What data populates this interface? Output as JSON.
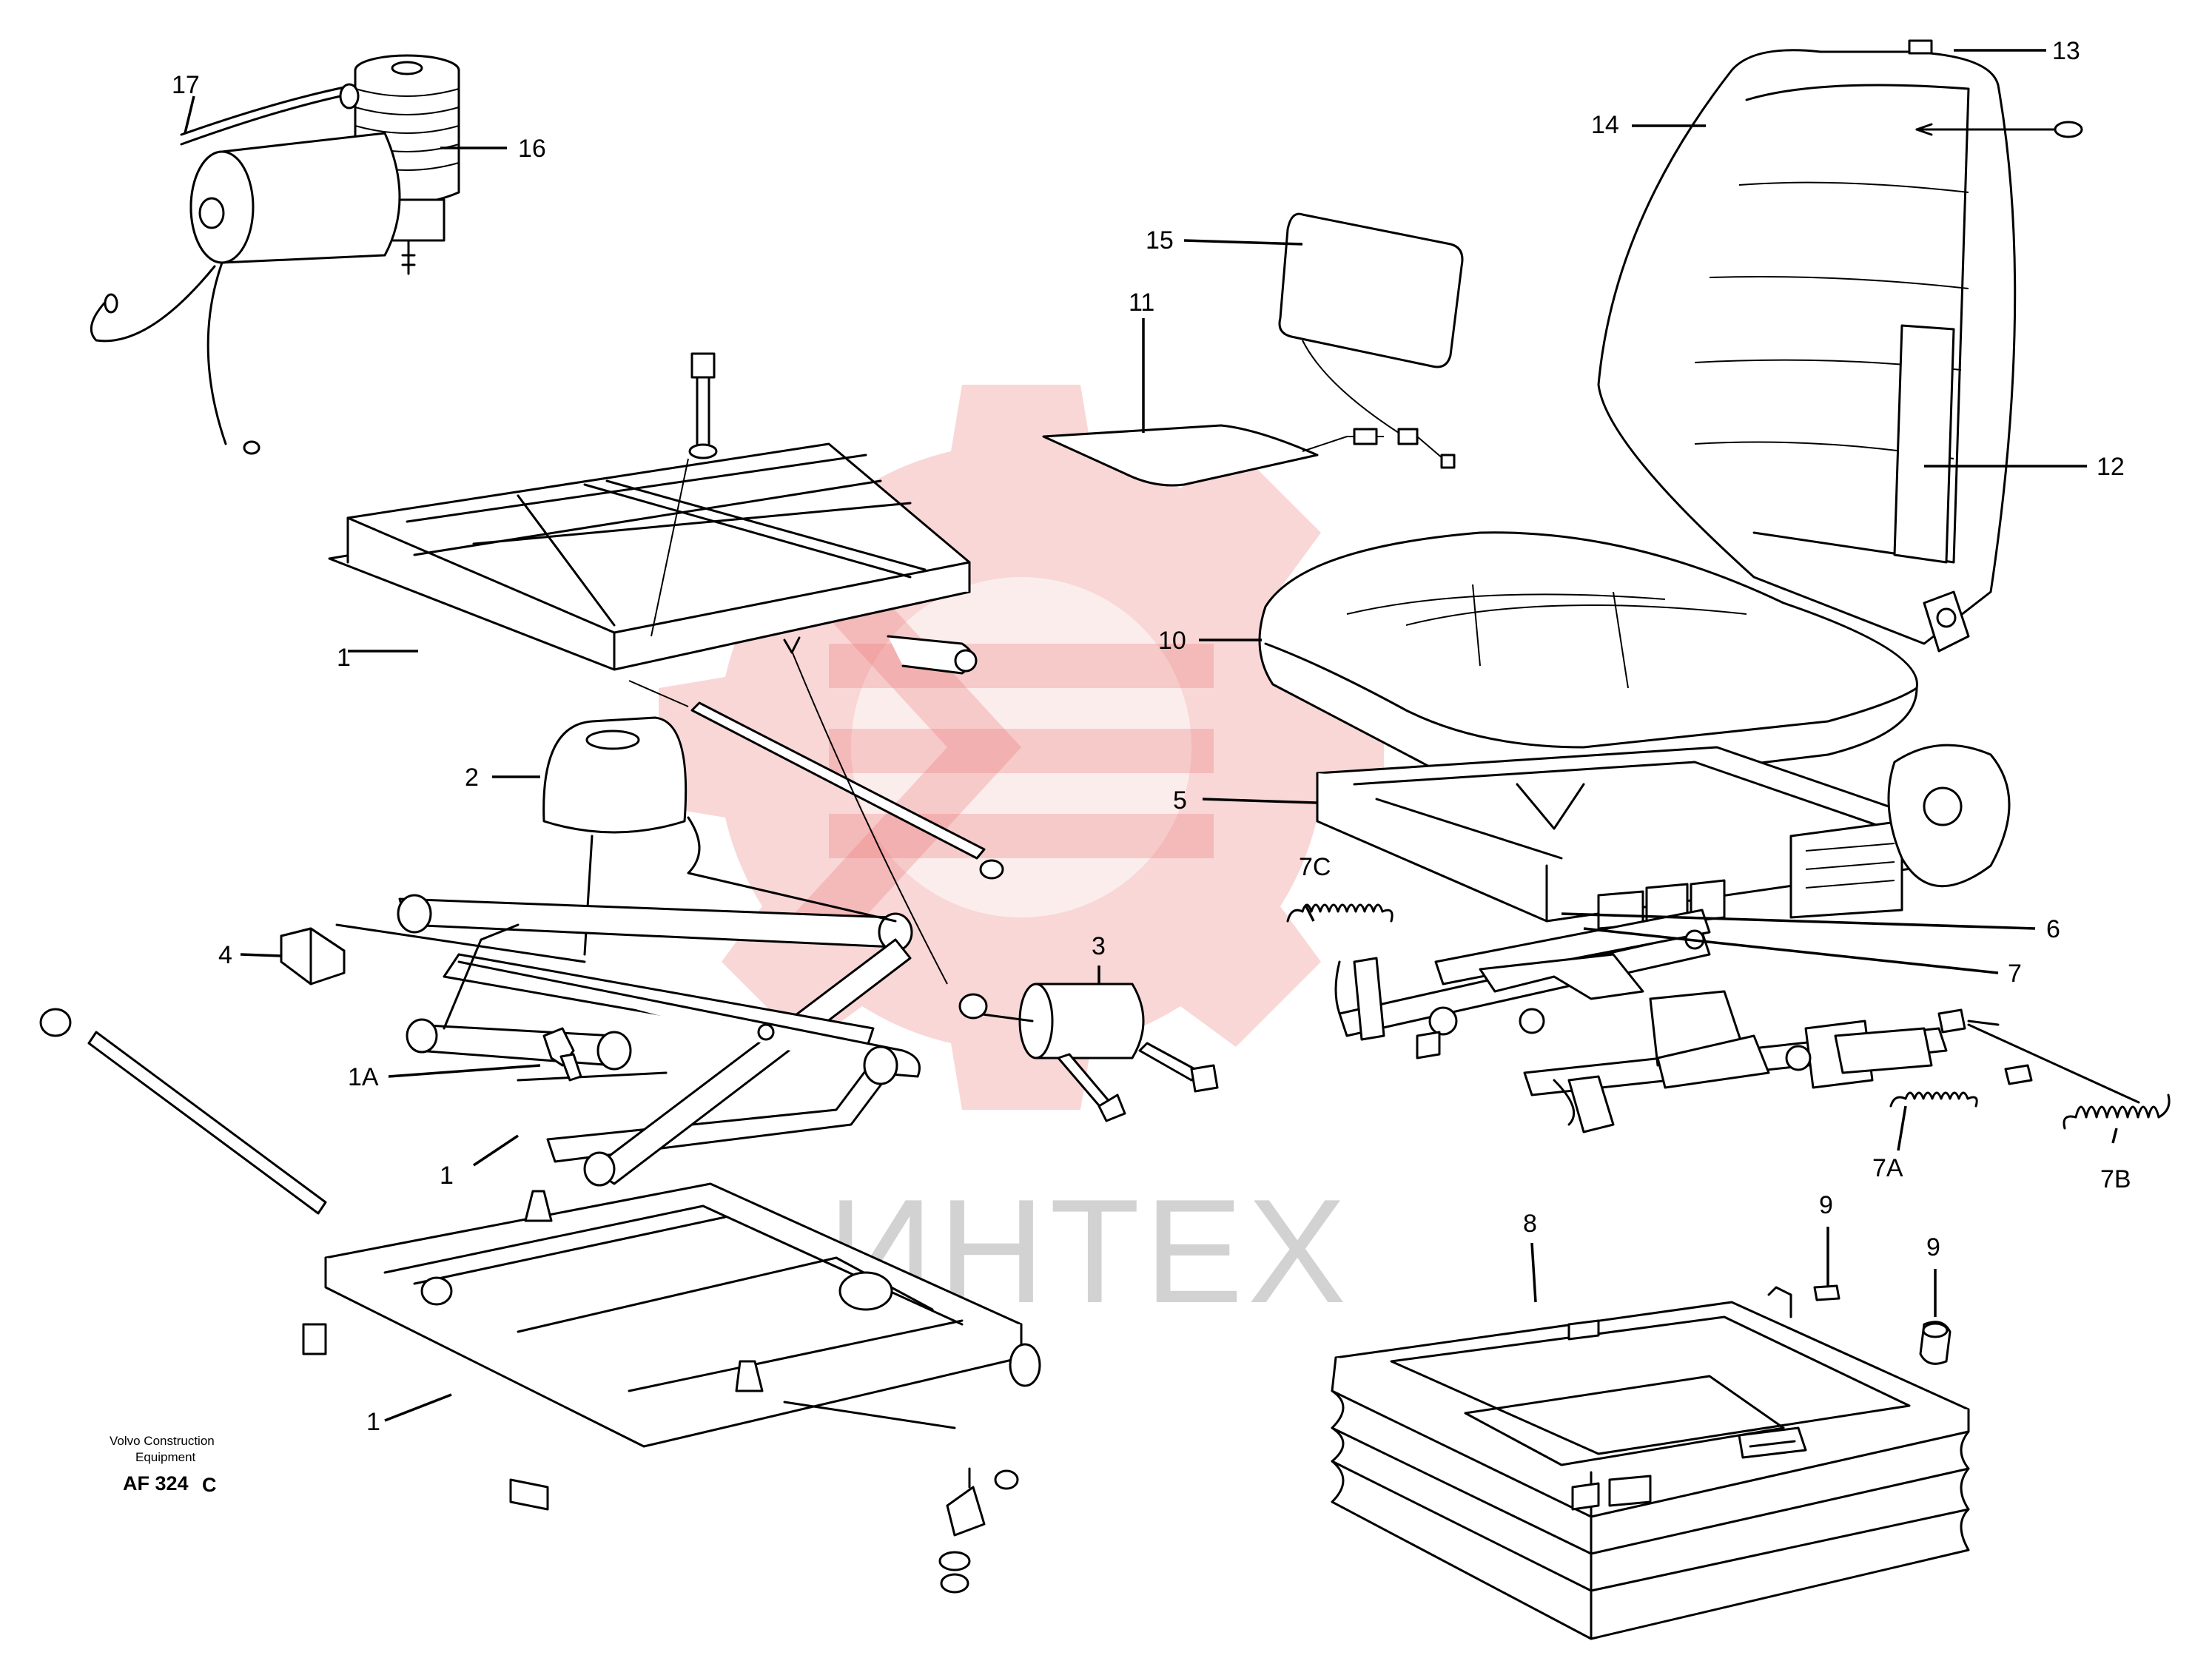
{
  "watermark": {
    "text": "ИНТЕХ",
    "color": "#e86f6f"
  },
  "footer": {
    "brand_line1": "Volvo Construction",
    "brand_line2": "Equipment",
    "code": "AF 324",
    "code_suffix": "C"
  },
  "labels": {
    "l17": "17",
    "l16": "16",
    "l13": "13",
    "l14": "14",
    "l15": "15",
    "l11": "11",
    "l12": "12",
    "l10": "10",
    "l1_top": "1",
    "l2": "2",
    "l5": "5",
    "l7c": "7C",
    "l6": "6",
    "l3": "3",
    "l7": "7",
    "l4": "4",
    "l1a": "1A",
    "l1_mid": "1",
    "l7a": "7A",
    "l7b": "7B",
    "l8": "8",
    "l9_a": "9",
    "l9_b": "9",
    "l1_bot": "1"
  }
}
